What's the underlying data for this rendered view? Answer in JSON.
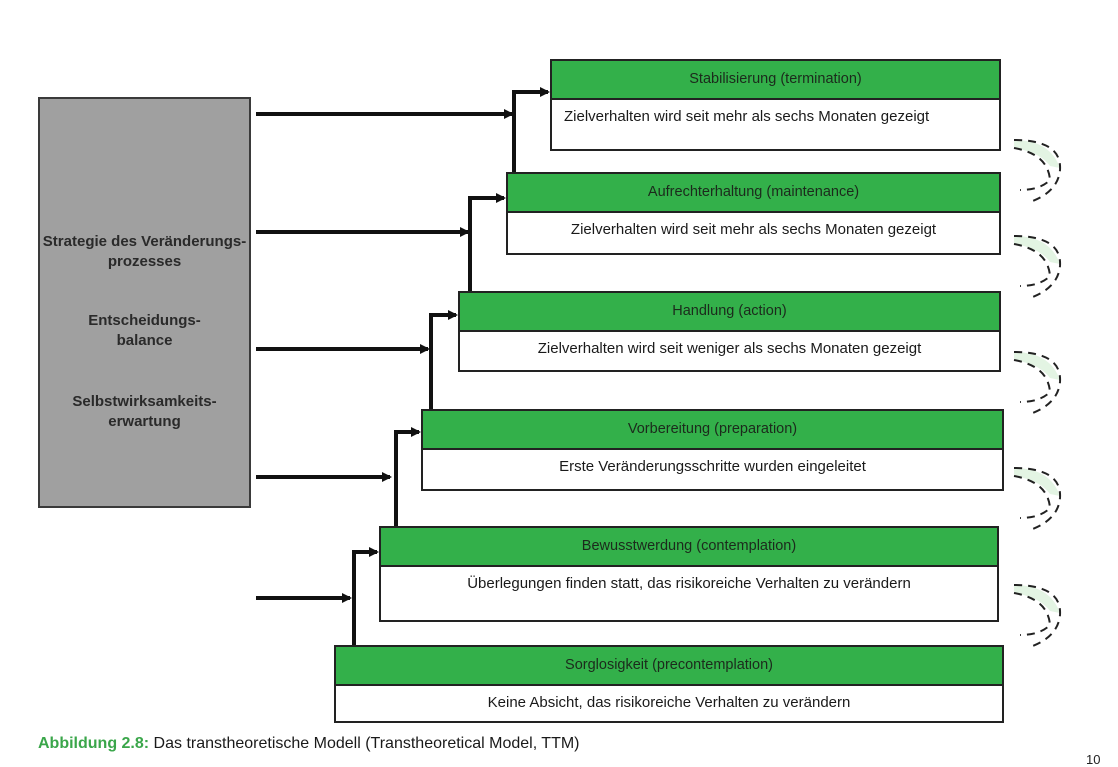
{
  "figure": {
    "caption_label": "Abbildung 2.8:",
    "caption_text": " Das transtheoretische Modell (Transtheoretical Model, TTM)",
    "page_number_partial": "10"
  },
  "factors_box": {
    "items": [
      "Strategie des Veränderungs-\nprozesses",
      "Entscheidungs-\nbalance",
      "Selbstwirksamkeits-\nerwartung"
    ]
  },
  "stages": [
    {
      "title": "Stabilisierung (termination)",
      "description": "Zielverhalten wird seit mehr als sechs Monaten gezeigt"
    },
    {
      "title": "Aufrechterhaltung (maintenance)",
      "description": "Zielverhalten wird seit mehr als sechs Monaten gezeigt"
    },
    {
      "title": "Handlung (action)",
      "description": "Zielverhalten wird seit weniger als sechs Monaten gezeigt"
    },
    {
      "title": "Vorbereitung (preparation)",
      "description": "Erste Veränderungsschritte wurden eingeleitet"
    },
    {
      "title": "Bewusstwerdung (contemplation)",
      "description": "Überlegungen finden statt, das risikoreiche Verhalten zu verändern"
    },
    {
      "title": "Sorglosigkeit (precontemplation)",
      "description": "Keine Absicht, das risikoreiche Verhalten zu verändern"
    }
  ],
  "colors": {
    "stage_header": "#33b04a",
    "factors_box": "#a0a0a0",
    "caption_label": "#3aa64a",
    "relapse_fill": "#e3f4e3"
  }
}
